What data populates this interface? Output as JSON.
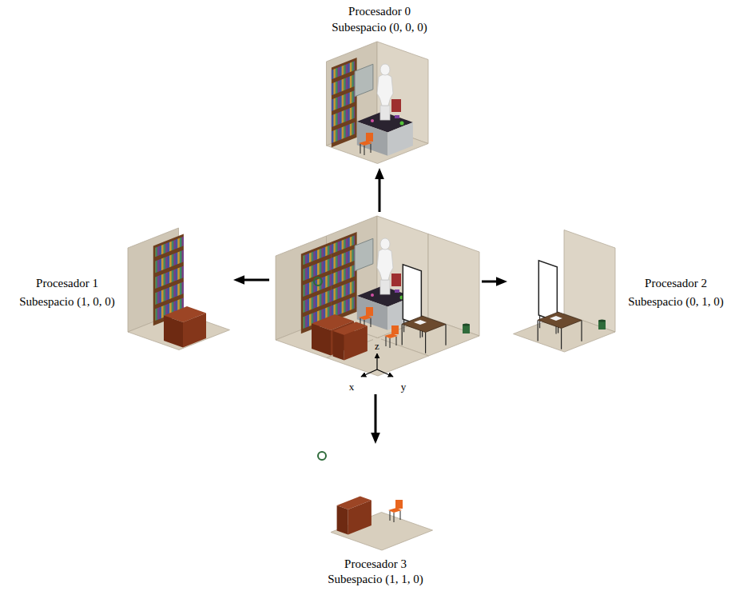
{
  "diagram": {
    "nodes": [
      {
        "text": [
          "Procesador 0",
          "Subespacio (0, 0, 0)"
        ]
      },
      {
        "text": [
          "Procesador 1",
          "Subespacio (1, 0, 0)"
        ]
      },
      {
        "text": [
          "z",
          "x",
          "y"
        ]
      },
      {
        "text": [
          "Procesador 2",
          "Subespacio (0, 1, 0)"
        ]
      },
      {
        "text": [
          "Procesador 3",
          "Subespacio (1, 1, 0)"
        ]
      }
    ],
    "edges": [
      {
        "from": 2,
        "to": 0,
        "arrow": "to"
      },
      {
        "from": 2,
        "to": 1,
        "arrow": "to"
      },
      {
        "from": 2,
        "to": 3,
        "arrow": "to"
      },
      {
        "from": 2,
        "to": 4,
        "arrow": "to"
      }
    ]
  }
}
